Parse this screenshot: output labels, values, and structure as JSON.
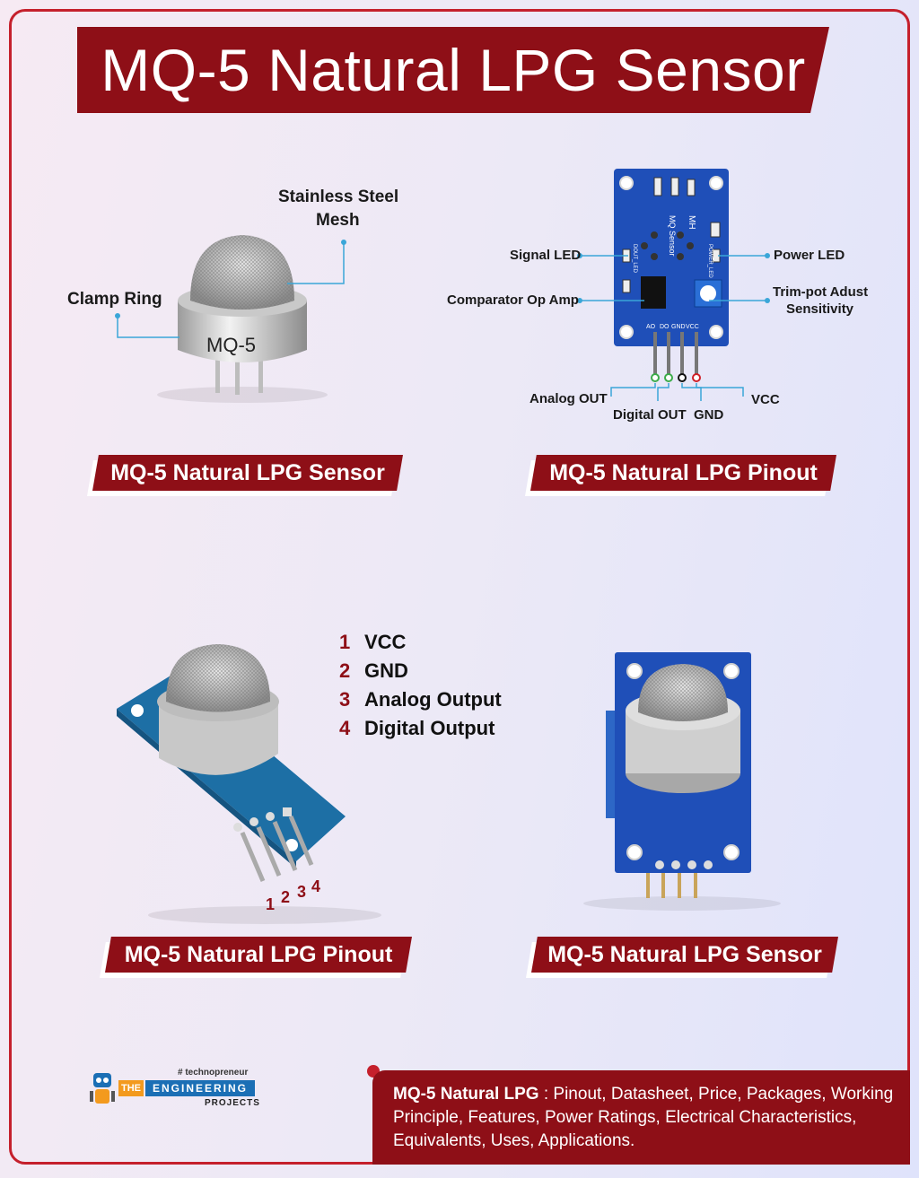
{
  "title": "MQ-5 Natural LPG Sensor",
  "panels": {
    "top_left": {
      "caption": "MQ-5 Natural LPG Sensor",
      "labels": {
        "mesh": [
          "Stainless Steel",
          "Mesh"
        ],
        "clamp": "Clamp Ring",
        "body_text": "MQ-5"
      }
    },
    "top_right": {
      "caption": "MQ-5 Natural LPG Pinout",
      "labels": {
        "signal_led": "Signal LED",
        "comparator": "Comparator Op Amp",
        "power_led": "Power LED",
        "trimpot": [
          "Trim-pot Adust",
          "Sensitivity"
        ],
        "analog_out": "Analog OUT",
        "digital_out": "Digital OUT",
        "gnd": "GND",
        "vcc": "VCC"
      },
      "board_text": {
        "brand": "MH",
        "model": "MQ Sensor",
        "dout_led": "DOUT_LED",
        "power_led": "POWER_LED",
        "pins": [
          "AO",
          "DO",
          "GND",
          "VCC"
        ]
      }
    },
    "bottom_left": {
      "caption": "MQ-5 Natural LPG Pinout",
      "pin_list": [
        {
          "num": "1",
          "name": "VCC"
        },
        {
          "num": "2",
          "name": "GND"
        },
        {
          "num": "3",
          "name": "Analog Output"
        },
        {
          "num": "4",
          "name": "Digital Output"
        }
      ],
      "pin_numbers": [
        "1",
        "2",
        "3",
        "4"
      ]
    },
    "bottom_right": {
      "caption": "MQ-5 Natural LPG Sensor"
    }
  },
  "logo": {
    "tag": "# technopreneur",
    "the": "THE",
    "engineering": "ENGINEERING",
    "projects": "PROJECTS"
  },
  "footer": {
    "bold": "MQ-5 Natural LPG",
    "text": " : Pinout, Datasheet, Price, Packages, Working Principle, Features, Power Ratings, Electrical Characteristics, Equivalents, Uses, Applications."
  },
  "colors": {
    "accent": "#8e0f17",
    "frame": "#c5202c",
    "board_blue": "#1f4fb8",
    "leader_line": "#3aa6d8"
  }
}
